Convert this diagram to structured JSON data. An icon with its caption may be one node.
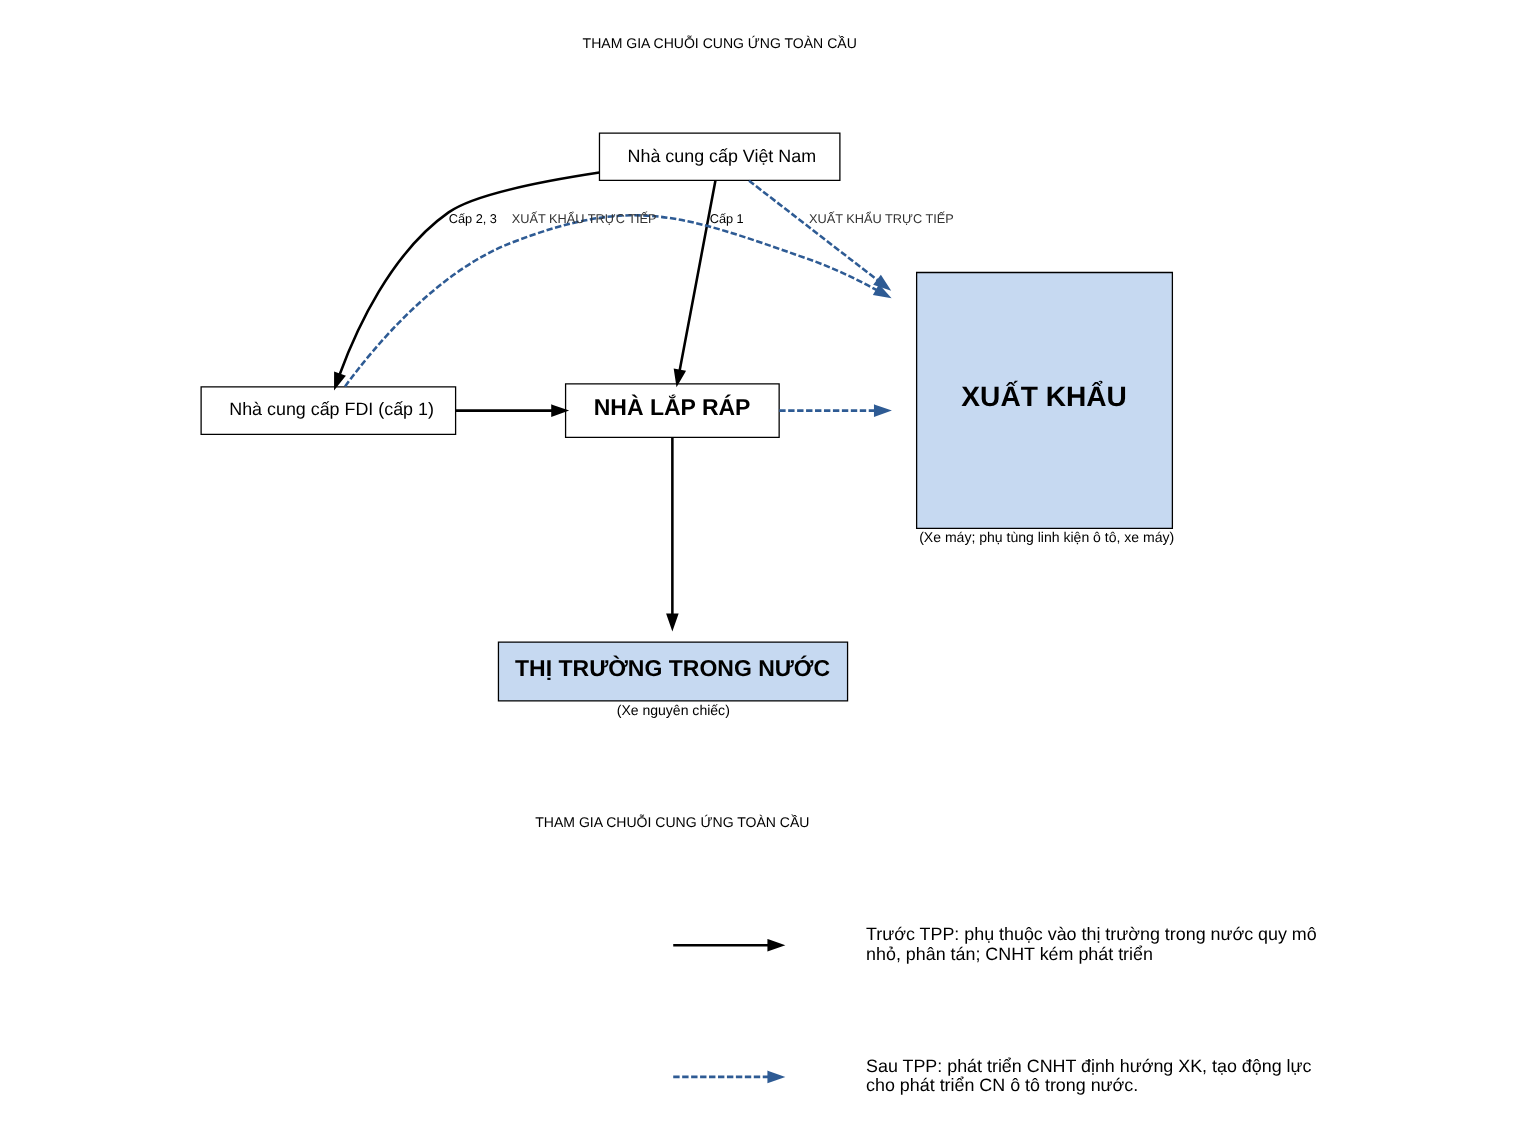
{
  "diagram": {
    "nodes": [
      {
        "text": [
          "XUẤT KHẨU"
        ],
        "beside": [
          "(Xe máy; phụ tùng linh kiện ô tô, xe máy)"
        ]
      },
      {
        "text": [
          "Nhà cung cấp Việt Nam"
        ]
      },
      {
        "text": [
          "NHÀ LẮP RÁP"
        ]
      },
      {
        "text": [
          "THỊ TRƯỜNG TRONG NƯỚC"
        ],
        "beside": [
          "(Xe nguyên chiếc)"
        ]
      },
      {
        "text": [
          "Nhà cung cấp FDI (cấp 1)"
        ]
      }
    ],
    "edges": [
      {
        "from": 1,
        "to": 0,
        "arrow": "to",
        "label": "XUẤT KHẨU TRỰC TIẾP",
        "style": "dashed",
        "color": "#2e5b94"
      },
      {
        "from": 1,
        "to": 2,
        "arrow": "to",
        "label": "Cấp 1"
      },
      {
        "from": 2,
        "to": 0,
        "arrow": "to",
        "style": "dashed",
        "color": "#2e5b94"
      },
      {
        "from": 2,
        "to": 3,
        "arrow": "to"
      },
      {
        "from": 1,
        "to": 4,
        "arrow": "to",
        "label": "Cấp 2, 3"
      },
      {
        "from": 4,
        "to": 2,
        "arrow": "to"
      },
      {
        "from": 4,
        "to": 0,
        "arrow": "to",
        "label": "XUẤT KHẨU TRỰC TIẾP",
        "style": "dashed",
        "color": "#2e5b94"
      }
    ],
    "labels": [
      "THAM GIA CHUỖI CUNG ỨNG TOÀN CẦU",
      "THAM GIA CHUỖI CUNG ỨNG TOÀN CẦU"
    ],
    "legend": [
      {
        "text": "Trước TPP: phụ thuộc vào thị trường trong nước quy mô nhỏ, phân tán; CNHT kém phát triển"
      },
      {
        "text": "Sau TPP: phát triển CNHT định hướng XK, tạo động lực cho phát triển CN ô tô trong nước."
      }
    ]
  }
}
